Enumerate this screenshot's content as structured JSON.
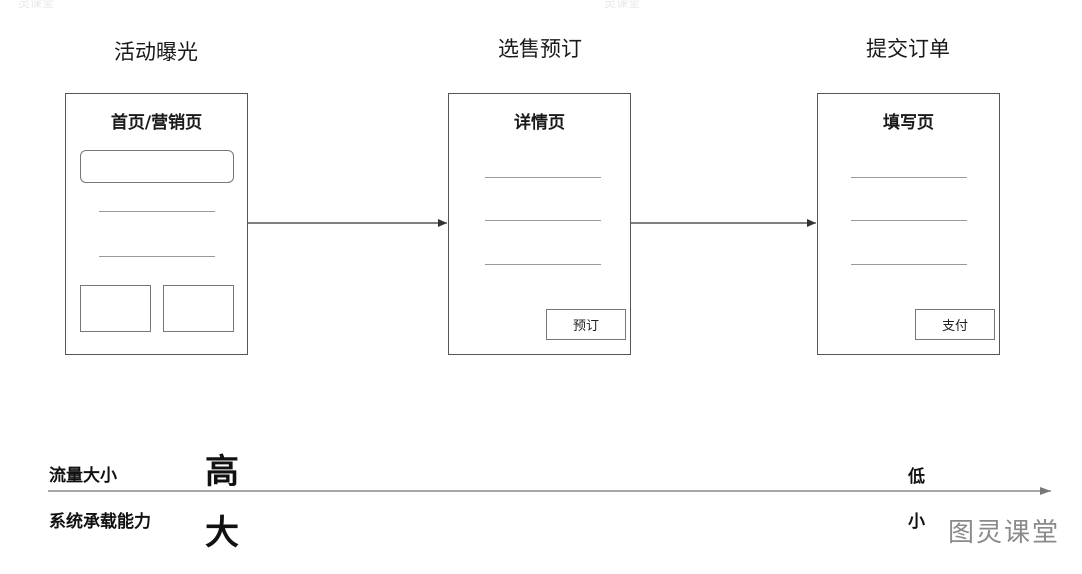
{
  "stages": [
    {
      "title": "活动曝光",
      "screen_title": "首页/营销页"
    },
    {
      "title": "选售预订",
      "screen_title": "详情页",
      "button": "预订"
    },
    {
      "title": "提交订单",
      "screen_title": "填写页",
      "button": "支付"
    }
  ],
  "scale": {
    "traffic_label": "流量大小",
    "capacity_label": "系统承载能力",
    "traffic_high": "高",
    "traffic_low": "低",
    "capacity_high": "大",
    "capacity_low": "小"
  },
  "watermark": "图灵课堂",
  "faint_watermarks": [
    "灵课堂",
    "灵课堂"
  ]
}
